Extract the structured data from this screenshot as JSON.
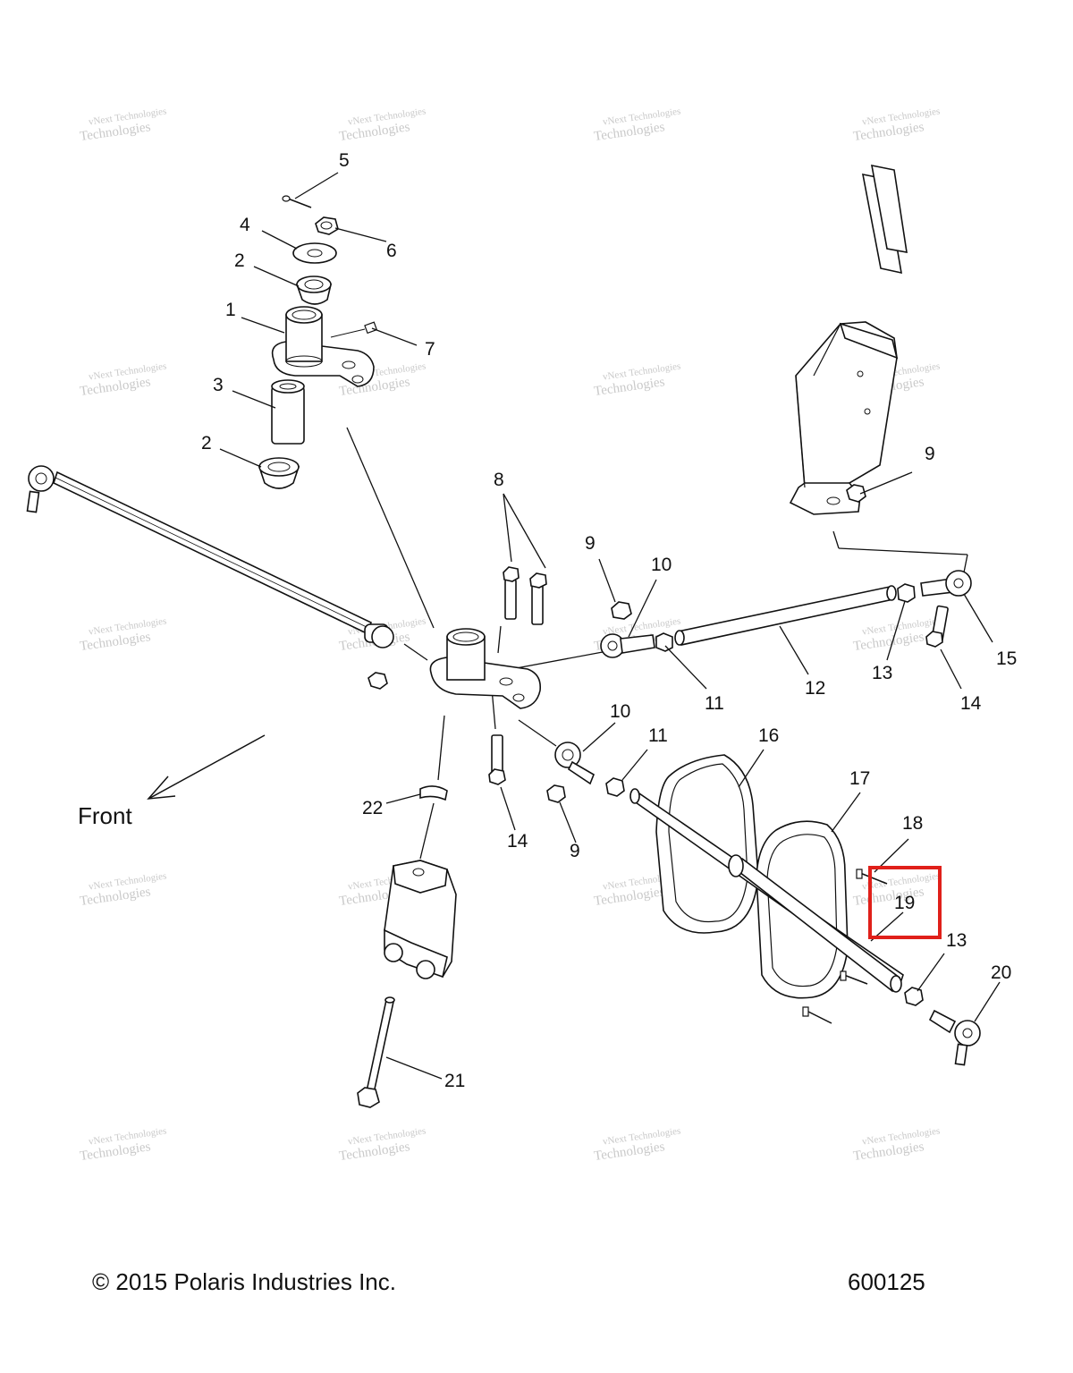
{
  "watermark": {
    "line1": "vNext Technologies",
    "line2": "Technologies",
    "logo": "vNext"
  },
  "direction_label": "Front",
  "callouts": {
    "c1": "1",
    "c2a": "2",
    "c2b": "2",
    "c3": "3",
    "c4": "4",
    "c5": "5",
    "c6": "6",
    "c7": "7",
    "c8": "8",
    "c9a": "9",
    "c9b": "9",
    "c9c": "9",
    "c10a": "10",
    "c10b": "10",
    "c11a": "11",
    "c11b": "11",
    "c12": "12",
    "c13a": "13",
    "c13b": "13",
    "c14a": "14",
    "c14b": "14",
    "c15": "15",
    "c16": "16",
    "c17": "17",
    "c18": "18",
    "c19": "19",
    "c20": "20",
    "c21": "21",
    "c22": "22"
  },
  "highlight": {
    "part": "19",
    "color": "#e0201a"
  },
  "footer": {
    "copyright": "© 2015 Polaris Industries Inc.",
    "diagram_number": "600125"
  }
}
